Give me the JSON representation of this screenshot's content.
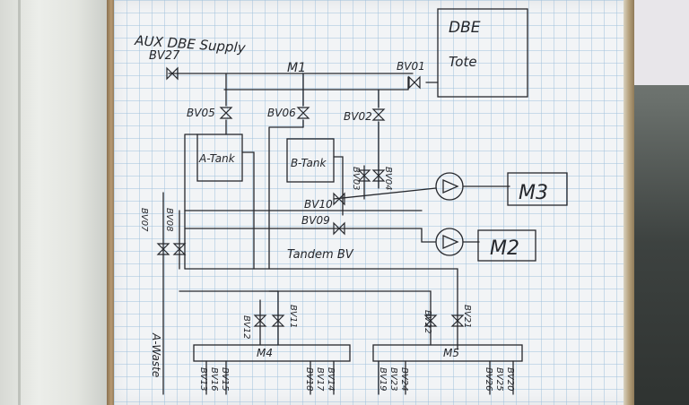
{
  "diagram": {
    "labels": {
      "aux_supply": "AUX DBE Supply",
      "bv27": "BV27",
      "m1": "M1",
      "bv01": "BV01",
      "dbe_tote_line1": "DBE",
      "dbe_tote_line2": "Tote",
      "bv05": "BV05",
      "bv06": "BV06",
      "bv02": "BV02",
      "a_tank": "A-Tank",
      "b_tank": "B-Tank",
      "bv03": "BV03",
      "bv04": "BV04",
      "m3": "M3",
      "bv10": "BV10",
      "bv09": "BV09",
      "m2": "M2",
      "bv07": "BV07",
      "bv08": "BV08",
      "tandem": "Tandem BV",
      "bv12": "BV12",
      "bv11": "BV11",
      "bv22": "BV22",
      "bv21": "BV21",
      "m4": "M4",
      "m5": "M5",
      "a_waste": "A-Waste",
      "m4_valves": [
        "BV13",
        "BV16",
        "BV15",
        "BV18",
        "BV17",
        "BV14"
      ],
      "m5_valves": [
        "BV19",
        "BV23",
        "BV24",
        "BV26",
        "BV25",
        "BV20"
      ]
    },
    "colors": {
      "ink": "#25272c",
      "grid": "#9fc0dc",
      "paper": "#f2f4f6"
    }
  }
}
